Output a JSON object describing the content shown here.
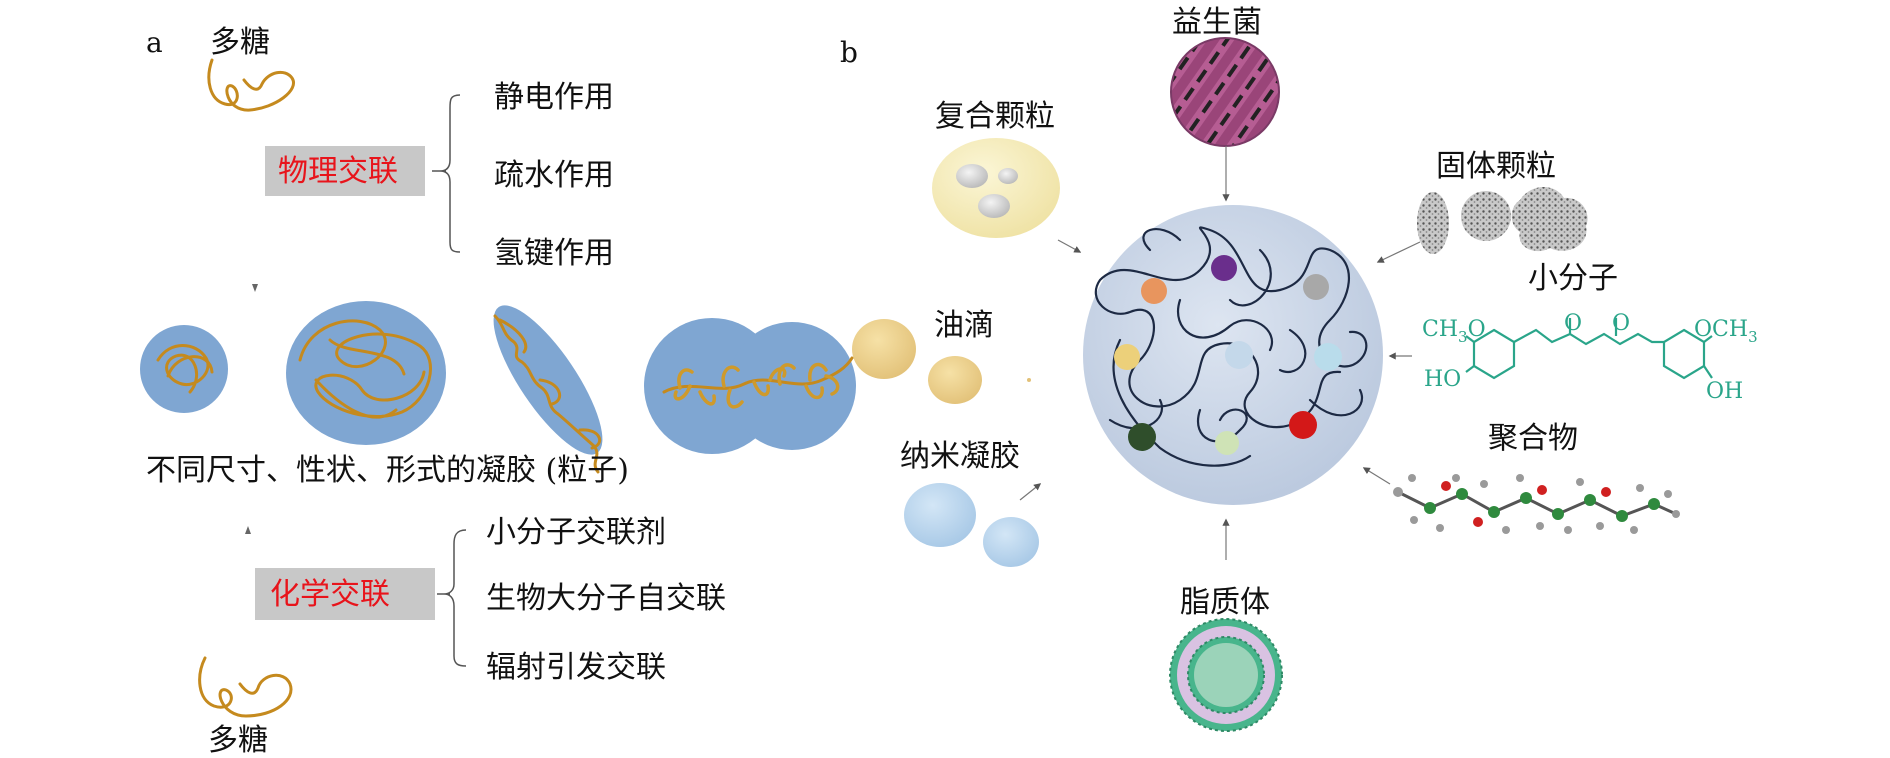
{
  "panel_a": {
    "label": "a",
    "polysaccharide_top": "多糖",
    "polysaccharide_bottom": "多糖",
    "physical": {
      "title": "物理交联",
      "items": [
        "静电作用",
        "疏水作用",
        "氢键作用"
      ]
    },
    "gel_caption": "不同尺寸、性状、形式的凝胶 (粒子)",
    "chemical": {
      "title": "化学交联",
      "items": [
        "小分子交联剂",
        "生物大分子自交联",
        "辐射引发交联"
      ]
    }
  },
  "panel_b": {
    "label": "b",
    "probiotics": "益生菌",
    "composite_particles": "复合颗粒",
    "solid_particles": "固体颗粒",
    "small_molecule": "小分子",
    "oil_droplets": "油滴",
    "polymer": "聚合物",
    "nanogel": "纳米凝胶",
    "liposome": "脂质体",
    "formula": {
      "left_top": "CH",
      "left_top_sub": "3",
      "left_top_o": "O",
      "left_bottom": "HO",
      "right_top": "OCH",
      "right_top_sub": "3",
      "right_bottom": "OH",
      "ketone1": "O",
      "ketone2": "O"
    }
  },
  "colors": {
    "red_label": "#e8141b",
    "label_box": "#c8c8c8",
    "gel_blue": "#7fa6d2",
    "strand": "#c58a1e",
    "formula": "#2aa58a",
    "center_sphere": "#c9d4e8"
  }
}
